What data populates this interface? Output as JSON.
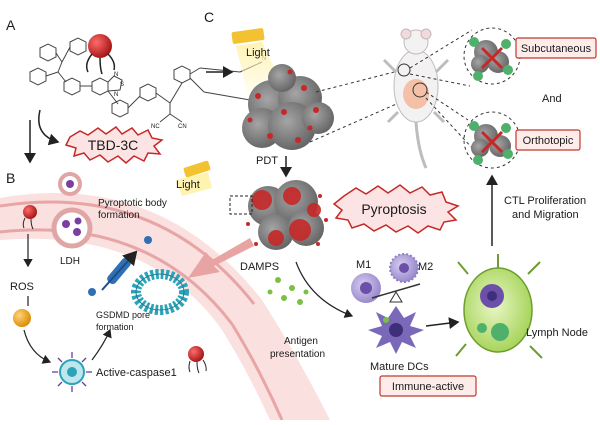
{
  "panels": {
    "a": "A",
    "b": "B",
    "c": "C"
  },
  "labels": {
    "tbd": "TBD-3C",
    "light_c": "Light",
    "light_b": "Light",
    "pyroptotic_body_1": "Pyroptotic body",
    "pyroptotic_body_2": "formation",
    "ros": "ROS",
    "ldh": "LDH",
    "gsdmd_1": "GSDMD pore",
    "gsdmd_2": "formation",
    "active_caspase": "Active-caspase1",
    "pdt": "PDT",
    "damps": "DAMPS",
    "antigen_1": "Antigen",
    "antigen_2": "presentation",
    "pyroptosis": "Pyroptosis",
    "m1": "M1",
    "m2": "M2",
    "mature_dcs": "Mature DCs",
    "immune_active": "Immune-active",
    "lymph_node": "Lymph Node",
    "ctl_1": "CTL Proliferation",
    "ctl_2": "and Migration",
    "subcutaneous": "Subcutaneous",
    "and": "And",
    "orthotopic": "Orthotopic"
  },
  "colors": {
    "tumor": "#8a8a8a",
    "tumor_red": "#c62828",
    "membrane": "#f2b3b3",
    "pore": "#2ba3b8",
    "box_border": "#c0392b",
    "box_fill": "#fdecea",
    "burst_fill": "#fde4e4",
    "arrow_pink": "#e8a3a3"
  }
}
